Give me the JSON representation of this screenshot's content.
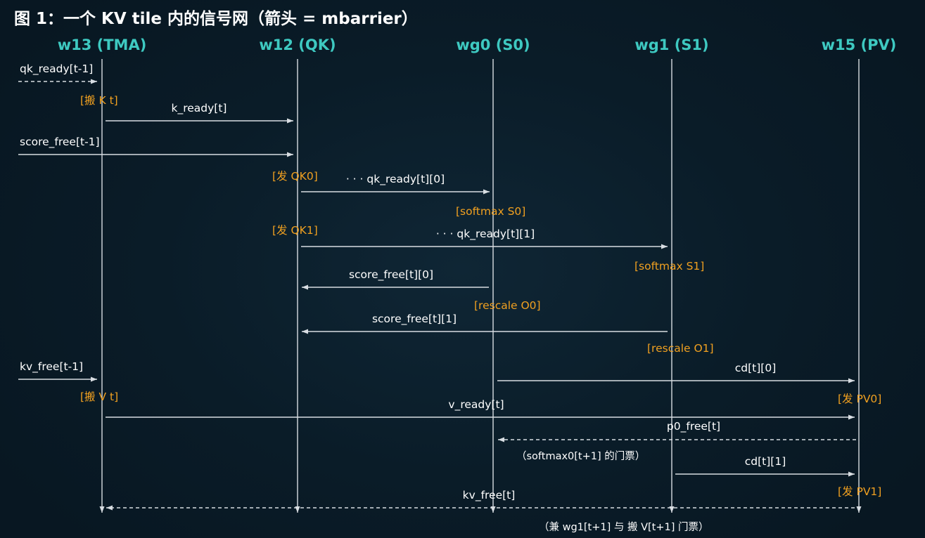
{
  "colors": {
    "background": "#0a1c28",
    "lane_header": "#3ec9c1",
    "action": "#f0a020",
    "line": "#d8dde2",
    "text": "#ffffff"
  },
  "title": "图 1：一个 KV tile 内的信号网（箭头 = mbarrier）",
  "lanes": [
    {
      "id": "w13",
      "label": "w13 (TMA)"
    },
    {
      "id": "w12",
      "label": "w12 (QK)"
    },
    {
      "id": "wg0",
      "label": "wg0 (S0)"
    },
    {
      "id": "wg1",
      "label": "wg1 (S1)"
    },
    {
      "id": "w15",
      "label": "w15 (PV)"
    }
  ],
  "messages": [
    {
      "label": "qk_ready[t-1]",
      "from": "external",
      "to": "w13",
      "style": "dashed"
    },
    {
      "label": "k_ready[t]",
      "from": "w13",
      "to": "w12",
      "style": "solid"
    },
    {
      "label": "score_free[t-1]",
      "from": "external",
      "to": "w12",
      "style": "solid"
    },
    {
      "label": "· · · qk_ready[t][0]",
      "from": "w12",
      "to": "wg0",
      "style": "solid"
    },
    {
      "label": "· · · qk_ready[t][1]",
      "from": "w12",
      "to": "wg1",
      "style": "solid"
    },
    {
      "label": "score_free[t][0]",
      "from": "wg0",
      "to": "w12",
      "style": "solid"
    },
    {
      "label": "score_free[t][1]",
      "from": "wg1",
      "to": "w12",
      "style": "solid"
    },
    {
      "label": "kv_free[t-1]",
      "from": "external",
      "to": "w13",
      "style": "solid"
    },
    {
      "label": "cd[t][0]",
      "from": "wg0",
      "to": "w15",
      "style": "solid"
    },
    {
      "label": "v_ready[t]",
      "from": "w13",
      "to": "w15",
      "style": "solid"
    },
    {
      "label": "p0_free[t]",
      "from": "w15",
      "to": "wg0",
      "style": "dashed"
    },
    {
      "label": "cd[t][1]",
      "from": "wg1",
      "to": "w15",
      "style": "solid"
    },
    {
      "label": "kv_free[t]",
      "from": "w15",
      "to": "w13",
      "style": "dashed"
    }
  ],
  "actions": [
    {
      "label": "[搬 K  t]",
      "lane": "w13"
    },
    {
      "label": "[发 QK0]",
      "lane": "w12"
    },
    {
      "label": "[softmax S0]",
      "lane": "wg0"
    },
    {
      "label": "[发 QK1]",
      "lane": "w12"
    },
    {
      "label": "[softmax S1]",
      "lane": "wg1"
    },
    {
      "label": "[rescale O0]",
      "lane": "wg0"
    },
    {
      "label": "[rescale O1]",
      "lane": "wg1"
    },
    {
      "label": "[搬 V  t]",
      "lane": "w13"
    },
    {
      "label": "[发 PV0]",
      "lane": "w15"
    },
    {
      "label": "[发 PV1]",
      "lane": "w15"
    }
  ],
  "notes": [
    {
      "label": "（softmax0[t+1] 的门票）"
    },
    {
      "label": "（兼 wg1[t+1] 与 搬 V[t+1] 门票）"
    }
  ]
}
